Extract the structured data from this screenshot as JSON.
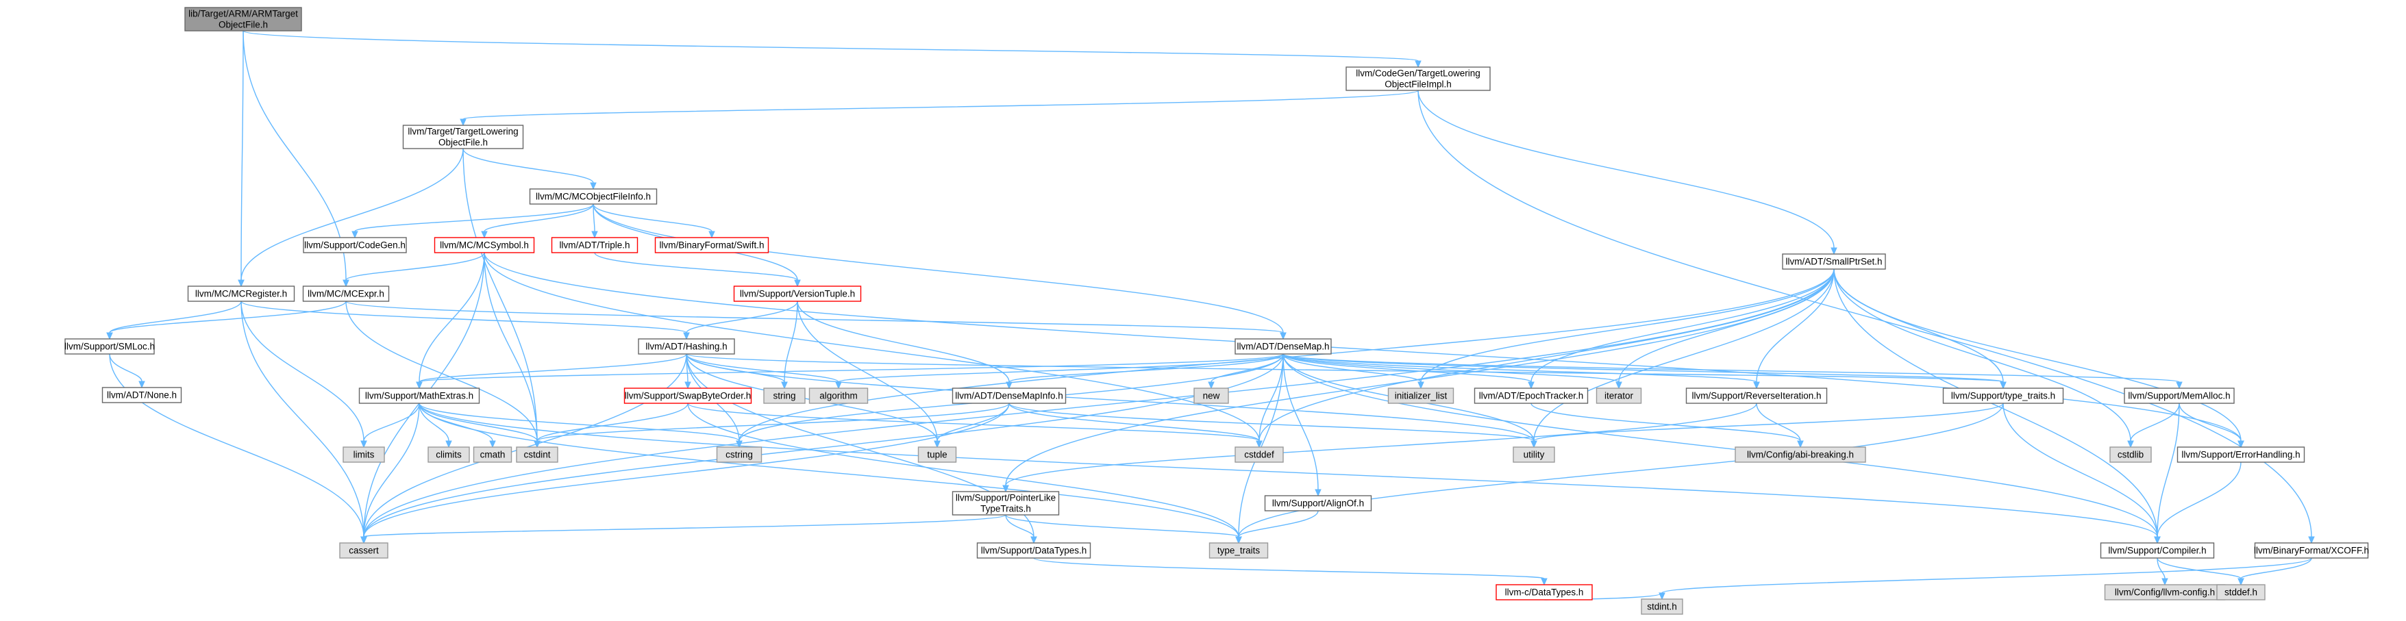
{
  "diagram": {
    "nodes": [
      {
        "id": "root",
        "lines": [
          "lib/Target/ARM/ARMTarget",
          "ObjectFile.h"
        ],
        "style": "root"
      },
      {
        "id": "cg_tlofi",
        "lines": [
          "llvm/CodeGen/TargetLowering",
          "ObjectFileImpl.h"
        ],
        "style": "normal"
      },
      {
        "id": "tgt_tlof",
        "lines": [
          "llvm/Target/TargetLowering",
          "ObjectFile.h"
        ],
        "style": "normal"
      },
      {
        "id": "mc_objinfo",
        "lines": [
          "llvm/MC/MCObjectFileInfo.h"
        ],
        "style": "normal"
      },
      {
        "id": "sup_codegen",
        "lines": [
          "llvm/Support/CodeGen.h"
        ],
        "style": "normal"
      },
      {
        "id": "mc_symbol",
        "lines": [
          "llvm/MC/MCSymbol.h"
        ],
        "style": "red"
      },
      {
        "id": "adt_triple",
        "lines": [
          "llvm/ADT/Triple.h"
        ],
        "style": "red"
      },
      {
        "id": "bf_swift",
        "lines": [
          "llvm/BinaryFormat/Swift.h"
        ],
        "style": "red"
      },
      {
        "id": "mc_register",
        "lines": [
          "llvm/MC/MCRegister.h"
        ],
        "style": "normal"
      },
      {
        "id": "mc_expr",
        "lines": [
          "llvm/MC/MCExpr.h"
        ],
        "style": "normal"
      },
      {
        "id": "versiontuple",
        "lines": [
          "llvm/Support/VersionTuple.h"
        ],
        "style": "red"
      },
      {
        "id": "smloc",
        "lines": [
          "llvm/Support/SMLoc.h"
        ],
        "style": "normal"
      },
      {
        "id": "hashing",
        "lines": [
          "llvm/ADT/Hashing.h"
        ],
        "style": "normal"
      },
      {
        "id": "densemap",
        "lines": [
          "llvm/ADT/DenseMap.h"
        ],
        "style": "normal"
      },
      {
        "id": "smallptrset",
        "lines": [
          "llvm/ADT/SmallPtrSet.h"
        ],
        "style": "normal"
      },
      {
        "id": "none",
        "lines": [
          "llvm/ADT/None.h"
        ],
        "style": "normal"
      },
      {
        "id": "mathextras",
        "lines": [
          "llvm/Support/MathExtras.h"
        ],
        "style": "normal"
      },
      {
        "id": "swapbyteorder",
        "lines": [
          "llvm/Support/SwapByteOrder.h"
        ],
        "style": "red"
      },
      {
        "id": "string",
        "lines": [
          "string"
        ],
        "style": "gray"
      },
      {
        "id": "algorithm",
        "lines": [
          "algorithm"
        ],
        "style": "gray"
      },
      {
        "id": "densemapinfo",
        "lines": [
          "llvm/ADT/DenseMapInfo.h"
        ],
        "style": "normal"
      },
      {
        "id": "new",
        "lines": [
          "new"
        ],
        "style": "gray"
      },
      {
        "id": "initializer_list",
        "lines": [
          "initializer_list"
        ],
        "style": "gray"
      },
      {
        "id": "epochtracker",
        "lines": [
          "llvm/ADT/EpochTracker.h"
        ],
        "style": "normal"
      },
      {
        "id": "iterator",
        "lines": [
          "iterator"
        ],
        "style": "gray"
      },
      {
        "id": "reverseiteration",
        "lines": [
          "llvm/Support/ReverseIteration.h"
        ],
        "style": "normal"
      },
      {
        "id": "type_traits_h",
        "lines": [
          "llvm/Support/type_traits.h"
        ],
        "style": "normal"
      },
      {
        "id": "memalloc",
        "lines": [
          "llvm/Support/MemAlloc.h"
        ],
        "style": "normal"
      },
      {
        "id": "limits",
        "lines": [
          "limits"
        ],
        "style": "gray"
      },
      {
        "id": "climits",
        "lines": [
          "climits"
        ],
        "style": "gray"
      },
      {
        "id": "cmath",
        "lines": [
          "cmath"
        ],
        "style": "gray"
      },
      {
        "id": "cstdint",
        "lines": [
          "cstdint"
        ],
        "style": "gray"
      },
      {
        "id": "cstring",
        "lines": [
          "cstring"
        ],
        "style": "gray"
      },
      {
        "id": "tuple",
        "lines": [
          "tuple"
        ],
        "style": "gray"
      },
      {
        "id": "cstddef",
        "lines": [
          "cstddef"
        ],
        "style": "gray"
      },
      {
        "id": "utility",
        "lines": [
          "utility"
        ],
        "style": "gray"
      },
      {
        "id": "abibreaking",
        "lines": [
          "llvm/Config/abi-breaking.h"
        ],
        "style": "gray"
      },
      {
        "id": "cstdlib",
        "lines": [
          "cstdlib"
        ],
        "style": "gray"
      },
      {
        "id": "errorhandling",
        "lines": [
          "llvm/Support/ErrorHandling.h"
        ],
        "style": "normal"
      },
      {
        "id": "pointerlike",
        "lines": [
          "llvm/Support/PointerLike",
          "TypeTraits.h"
        ],
        "style": "normal"
      },
      {
        "id": "alignof",
        "lines": [
          "llvm/Support/AlignOf.h"
        ],
        "style": "normal"
      },
      {
        "id": "cassert",
        "lines": [
          "cassert"
        ],
        "style": "gray"
      },
      {
        "id": "datatypes",
        "lines": [
          "llvm/Support/DataTypes.h"
        ],
        "style": "normal"
      },
      {
        "id": "type_traits",
        "lines": [
          "type_traits"
        ],
        "style": "gray"
      },
      {
        "id": "compiler",
        "lines": [
          "llvm/Support/Compiler.h"
        ],
        "style": "normal"
      },
      {
        "id": "xcoff",
        "lines": [
          "llvm/BinaryFormat/XCOFF.h"
        ],
        "style": "normal"
      },
      {
        "id": "c_datatypes",
        "lines": [
          "llvm-c/DataTypes.h"
        ],
        "style": "red"
      },
      {
        "id": "llvmconfig",
        "lines": [
          "llvm/Config/llvm-config.h"
        ],
        "style": "gray"
      },
      {
        "id": "stddef",
        "lines": [
          "stddef.h"
        ],
        "style": "gray"
      },
      {
        "id": "stdint",
        "lines": [
          "stdint.h"
        ],
        "style": "gray"
      }
    ],
    "edges": [
      [
        "root",
        "cg_tlofi"
      ],
      [
        "root",
        "mc_register"
      ],
      [
        "root",
        "mc_expr"
      ],
      [
        "cg_tlofi",
        "tgt_tlof"
      ],
      [
        "cg_tlofi",
        "smallptrset"
      ],
      [
        "cg_tlofi",
        "xcoff"
      ],
      [
        "tgt_tlof",
        "mc_objinfo"
      ],
      [
        "tgt_tlof",
        "mc_register"
      ],
      [
        "tgt_tlof",
        "cstdint"
      ],
      [
        "mc_objinfo",
        "sup_codegen"
      ],
      [
        "mc_objinfo",
        "mc_symbol"
      ],
      [
        "mc_objinfo",
        "adt_triple"
      ],
      [
        "mc_objinfo",
        "bf_swift"
      ],
      [
        "mc_objinfo",
        "versiontuple"
      ],
      [
        "mc_objinfo",
        "densemap"
      ],
      [
        "mc_symbol",
        "mc_expr"
      ],
      [
        "mc_symbol",
        "mathextras"
      ],
      [
        "mc_symbol",
        "cassert"
      ],
      [
        "mc_symbol",
        "cstdint"
      ],
      [
        "mc_symbol",
        "cstddef"
      ],
      [
        "mc_symbol",
        "errorhandling"
      ],
      [
        "adt_triple",
        "versiontuple"
      ],
      [
        "versiontuple",
        "hashing"
      ],
      [
        "versiontuple",
        "densemapinfo"
      ],
      [
        "versiontuple",
        "string"
      ],
      [
        "versiontuple",
        "tuple"
      ],
      [
        "mc_register",
        "smloc"
      ],
      [
        "mc_register",
        "hashing"
      ],
      [
        "mc_register",
        "cassert"
      ],
      [
        "mc_register",
        "limits"
      ],
      [
        "mc_expr",
        "densemap"
      ],
      [
        "mc_expr",
        "smloc"
      ],
      [
        "mc_expr",
        "cstdint"
      ],
      [
        "smloc",
        "none"
      ],
      [
        "smloc",
        "cassert"
      ],
      [
        "hashing",
        "mathextras"
      ],
      [
        "hashing",
        "swapbyteorder"
      ],
      [
        "hashing",
        "type_traits_h"
      ],
      [
        "hashing",
        "algorithm"
      ],
      [
        "hashing",
        "cassert"
      ],
      [
        "hashing",
        "cstring"
      ],
      [
        "hashing",
        "string"
      ],
      [
        "hashing",
        "tuple"
      ],
      [
        "hashing",
        "utility"
      ],
      [
        "hashing",
        "datatypes"
      ],
      [
        "densemap",
        "densemapinfo"
      ],
      [
        "densemap",
        "epochtracker"
      ],
      [
        "densemap",
        "alignof"
      ],
      [
        "densemap",
        "compiler"
      ],
      [
        "densemap",
        "mathextras"
      ],
      [
        "densemap",
        "memalloc"
      ],
      [
        "densemap",
        "reverseiteration"
      ],
      [
        "densemap",
        "type_traits_h"
      ],
      [
        "densemap",
        "algorithm"
      ],
      [
        "densemap",
        "cassert"
      ],
      [
        "densemap",
        "cstddef"
      ],
      [
        "densemap",
        "cstring"
      ],
      [
        "densemap",
        "initializer_list"
      ],
      [
        "densemap",
        "iterator"
      ],
      [
        "densemap",
        "new"
      ],
      [
        "densemap",
        "type_traits"
      ],
      [
        "densemap",
        "utility"
      ],
      [
        "smallptrset",
        "epochtracker"
      ],
      [
        "smallptrset",
        "compiler"
      ],
      [
        "smallptrset",
        "reverseiteration"
      ],
      [
        "smallptrset",
        "type_traits_h"
      ],
      [
        "smallptrset",
        "cassert"
      ],
      [
        "smallptrset",
        "cstddef"
      ],
      [
        "smallptrset",
        "cstdlib"
      ],
      [
        "smallptrset",
        "cstring"
      ],
      [
        "smallptrset",
        "initializer_list"
      ],
      [
        "smallptrset",
        "iterator"
      ],
      [
        "smallptrset",
        "utility"
      ],
      [
        "smallptrset",
        "errorhandling"
      ],
      [
        "smallptrset",
        "pointerlike"
      ],
      [
        "mathextras",
        "compiler"
      ],
      [
        "mathextras",
        "cassert"
      ],
      [
        "mathextras",
        "climits"
      ],
      [
        "mathextras",
        "cmath"
      ],
      [
        "mathextras",
        "cstdint"
      ],
      [
        "mathextras",
        "cstring"
      ],
      [
        "mathextras",
        "limits"
      ],
      [
        "mathextras",
        "type_traits"
      ],
      [
        "swapbyteorder",
        "cstddef"
      ],
      [
        "swapbyteorder",
        "cstdint"
      ],
      [
        "swapbyteorder",
        "type_traits"
      ],
      [
        "densemapinfo",
        "cassert"
      ],
      [
        "densemapinfo",
        "cstddef"
      ],
      [
        "densemapinfo",
        "cstdint"
      ],
      [
        "densemapinfo",
        "tuple"
      ],
      [
        "densemapinfo",
        "utility"
      ],
      [
        "epochtracker",
        "abibreaking"
      ],
      [
        "reverseiteration",
        "abibreaking"
      ],
      [
        "reverseiteration",
        "pointerlike"
      ],
      [
        "type_traits_h",
        "compiler"
      ],
      [
        "type_traits_h",
        "type_traits"
      ],
      [
        "type_traits_h",
        "utility"
      ],
      [
        "memalloc",
        "compiler"
      ],
      [
        "memalloc",
        "errorhandling"
      ],
      [
        "memalloc",
        "cstdlib"
      ],
      [
        "errorhandling",
        "compiler"
      ],
      [
        "pointerlike",
        "datatypes"
      ],
      [
        "pointerlike",
        "cassert"
      ],
      [
        "pointerlike",
        "type_traits"
      ],
      [
        "alignof",
        "type_traits"
      ],
      [
        "datatypes",
        "c_datatypes"
      ],
      [
        "c_datatypes",
        "stdint"
      ],
      [
        "compiler",
        "llvmconfig"
      ],
      [
        "compiler",
        "stddef"
      ],
      [
        "xcoff",
        "stddef"
      ],
      [
        "xcoff",
        "stdint"
      ]
    ],
    "colors": {
      "edge": "#63b8ff",
      "root_fill": "#999999",
      "normal_fill": "#ffffff",
      "normal_border": "#666666",
      "red_border": "#ff0000",
      "gray_fill": "#e0e0e0",
      "gray_border": "#999999"
    }
  }
}
